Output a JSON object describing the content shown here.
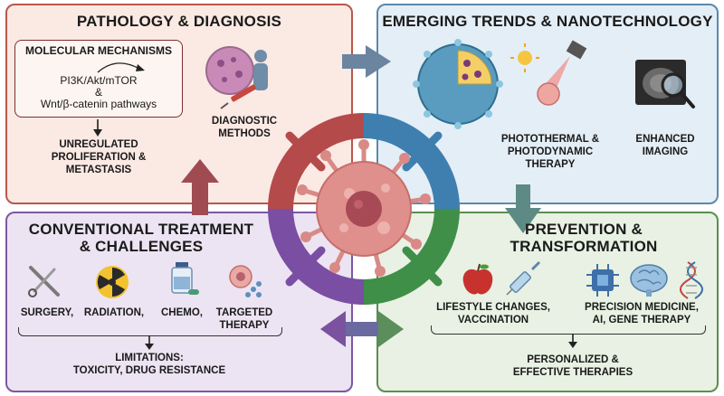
{
  "pathology": {
    "title": "PATHOLOGY & DIAGNOSIS",
    "mechanisms_title": "MOLECULAR MECHANISMS",
    "pathway1": "PI3K/Akt/mTOR",
    "amp": "&",
    "pathway2": "Wnt/β-catenin pathways",
    "outcome_line1": "UNREGULATED",
    "outcome_line2": "PROLIFERATION &",
    "outcome_line3": "METASTASIS",
    "diagnostic_line1": "DIAGNOSTIC",
    "diagnostic_line2": "METHODS"
  },
  "emerging": {
    "title": "EMERGING TRENDS & NANOTECHNOLOGY",
    "photo_line1": "PHOTOTHERMAL &",
    "photo_line2": "PHOTODYNAMIC",
    "photo_line3": "THERAPY",
    "imaging_line1": "ENHANCED",
    "imaging_line2": "IMAGING"
  },
  "conventional": {
    "title_line1": "CONVENTIONAL TREATMENT",
    "title_line2": "& CHALLENGES",
    "surgery": "SURGERY,",
    "radiation": "RADIATION,",
    "chemo": "CHEMO,",
    "targeted_line1": "TARGETED",
    "targeted_line2": "THERAPY",
    "limits_line1": "LIMITATIONS:",
    "limits_line2": "TOXICITY, DRUG RESISTANCE"
  },
  "prevention": {
    "title_line1": "PREVENTION &",
    "title_line2": "TRANSFORMATION",
    "lifestyle_line1": "LIFESTYLE CHANGES,",
    "lifestyle_line2": "VACCINATION",
    "precision_line1": "PRECISION MEDICINE,",
    "precision_line2": "AI, GENE THERAPY",
    "result_line1": "PERSONALIZED &",
    "result_line2": "EFFECTIVE THERAPIES"
  },
  "colors": {
    "pathology": "#b9574b",
    "emerging": "#5d88aa",
    "conventional": "#7c58a0",
    "prevention": "#5b8e4f"
  }
}
